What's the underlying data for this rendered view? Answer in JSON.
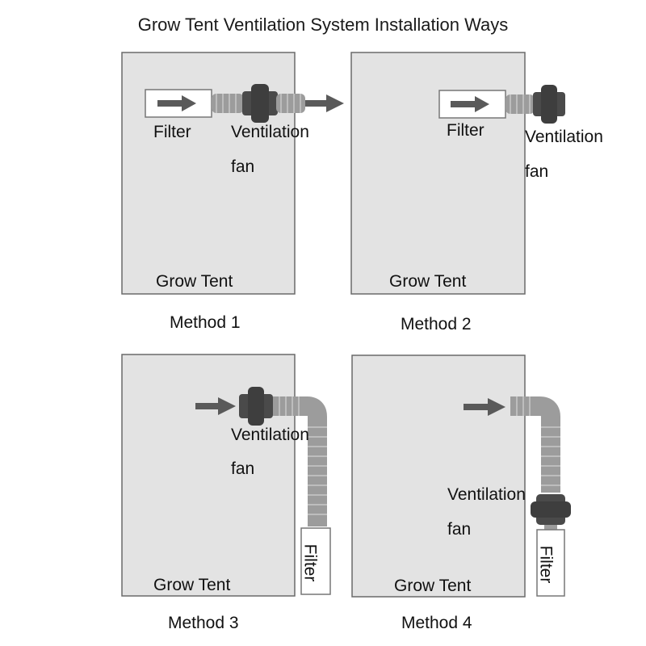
{
  "title": "Grow Tent Ventilation System Installation Ways",
  "labels": {
    "filter": "Filter",
    "fan_line1": "Ventilation",
    "fan_line2": "fan",
    "tent": "Grow Tent"
  },
  "methods": [
    "Method 1",
    "Method 2",
    "Method 3",
    "Method 4"
  ],
  "colors": {
    "tent_fill": "#e3e3e3",
    "tent_border": "#6a6a6a",
    "duct": "#9c9c9c",
    "fan": "#4a4a4a",
    "arrow": "#5a5a5a"
  }
}
